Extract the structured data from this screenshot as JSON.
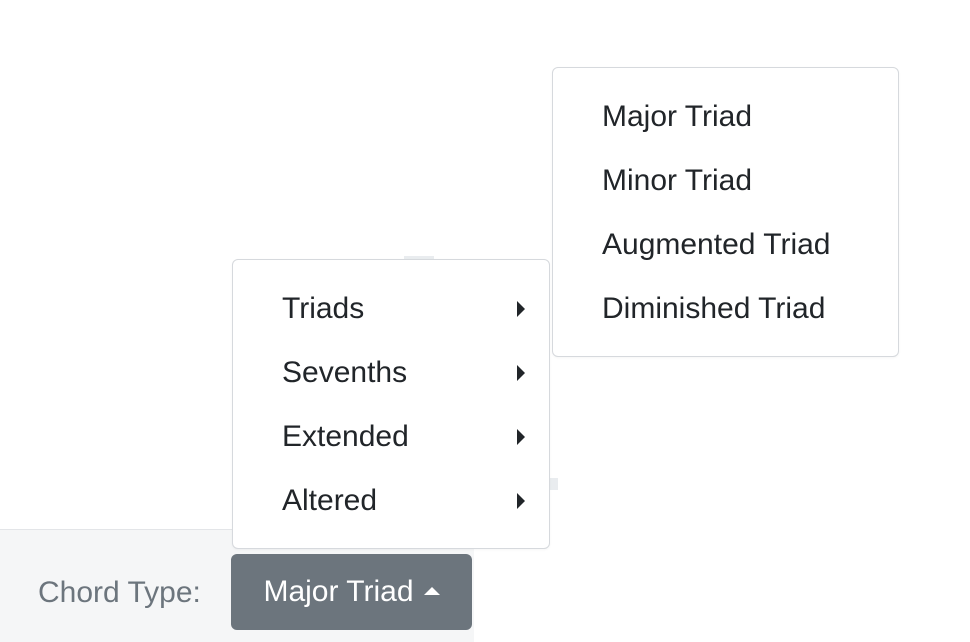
{
  "toolbar": {
    "label": "Chord Type:",
    "selected_value": "Major Triad"
  },
  "menu": {
    "items": [
      {
        "label": "Triads",
        "has_submenu": true
      },
      {
        "label": "Sevenths",
        "has_submenu": true
      },
      {
        "label": "Extended",
        "has_submenu": true
      },
      {
        "label": "Altered",
        "has_submenu": true
      }
    ]
  },
  "submenu": {
    "items": [
      {
        "label": "Major Triad"
      },
      {
        "label": "Minor Triad"
      },
      {
        "label": "Augmented Triad"
      },
      {
        "label": "Diminished Triad"
      }
    ]
  },
  "icons": {
    "toggle_caret": "caret-up-icon",
    "submenu_arrow": "caret-right-icon"
  },
  "colors": {
    "button_bg": "#6c757d",
    "text": "#212529",
    "label_text": "#6c757d",
    "toolbar_bg": "#f5f6f7",
    "menu_border": "#d6d9dd"
  }
}
